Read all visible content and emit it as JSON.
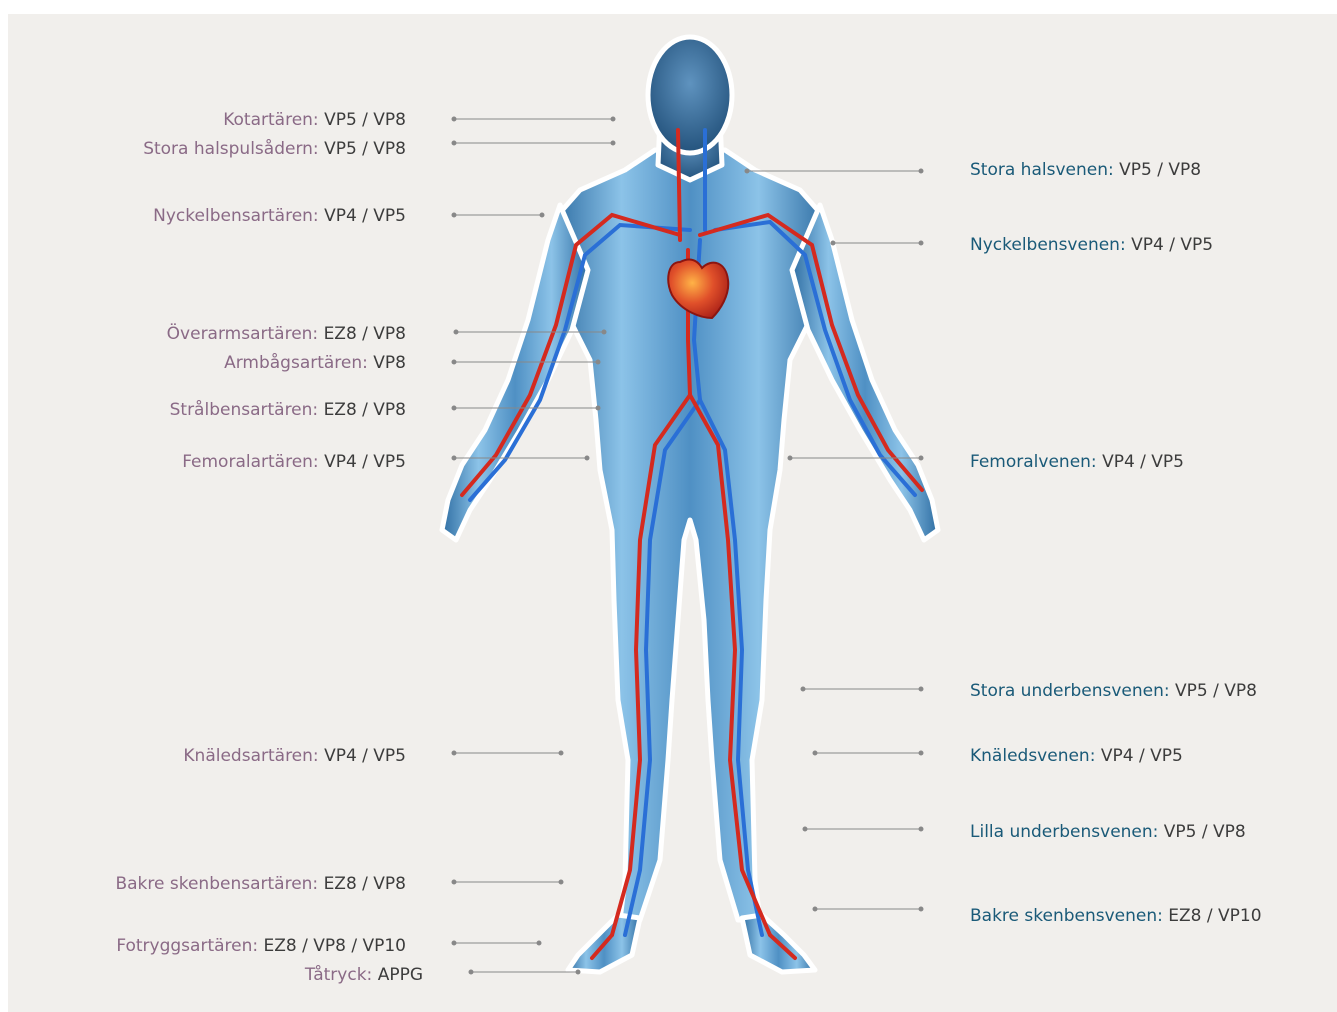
{
  "colors": {
    "background": "#f1efec",
    "artery_label": "#8a6a86",
    "vein_label": "#1a5a78",
    "code_text": "#3c3c3c",
    "artery": "#d42a1f",
    "vein": "#2a6fd6",
    "body": "#7fb6de",
    "leader": "#888888"
  },
  "arteries": [
    {
      "name": "Kotartären:",
      "codes": "VP5 / VP8"
    },
    {
      "name": "Stora halspulsådern:",
      "codes": "VP5 / VP8"
    },
    {
      "name": "Nyckelbensartären:",
      "codes": "VP4 / VP5"
    },
    {
      "name": "Överarmsartären:",
      "codes": "EZ8 / VP8"
    },
    {
      "name": "Armbågsartären:",
      "codes": "VP8"
    },
    {
      "name": "Strålbensartären:",
      "codes": "EZ8 / VP8"
    },
    {
      "name": "Femoralartären:",
      "codes": "VP4 / VP5"
    },
    {
      "name": "Knäledsartären:",
      "codes": "VP4 / VP5"
    },
    {
      "name": "Bakre skenbensartären:",
      "codes": "EZ8 / VP8"
    },
    {
      "name": "Fotryggsartären:",
      "codes": "EZ8 / VP8 / VP10"
    },
    {
      "name": "Tåtryck:",
      "codes": "APPG"
    }
  ],
  "veins": [
    {
      "name": "Stora halsvenen:",
      "codes": "VP5 / VP8"
    },
    {
      "name": "Nyckelbensvenen:",
      "codes": "VP4 / VP5"
    },
    {
      "name": "Femoralvenen:",
      "codes": "VP4 / VP5"
    },
    {
      "name": "Stora underbensvenen:",
      "codes": "VP5 / VP8"
    },
    {
      "name": "Knäledsvenen:",
      "codes": "VP4 / VP5"
    },
    {
      "name": "Lilla underbensvenen:",
      "codes": "VP5 / VP8"
    },
    {
      "name": "Bakre skenbensvenen:",
      "codes": "EZ8 / VP10"
    }
  ]
}
